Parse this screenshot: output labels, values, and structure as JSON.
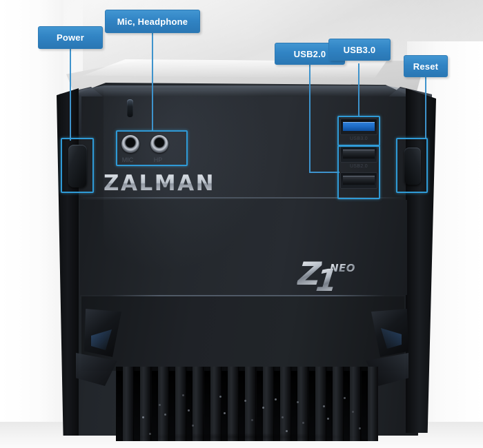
{
  "product": {
    "brand_wordmark": "ZALMAN",
    "model_badge": {
      "letter": "Z",
      "number": "1",
      "suffix": "NEO"
    }
  },
  "callouts": [
    {
      "id": "power",
      "label": "Power",
      "target": "power-button"
    },
    {
      "id": "mic-headphone",
      "label": "Mic, Headphone",
      "target": "audio-jacks"
    },
    {
      "id": "usb20",
      "label": "USB2.0",
      "target": "usb2-ports"
    },
    {
      "id": "usb30",
      "label": "USB3.0",
      "target": "usb3-port"
    },
    {
      "id": "reset",
      "label": "Reset",
      "target": "reset-button"
    }
  ],
  "ports": {
    "usb3_caption": "USB3.0",
    "usb2_caption": "USB2.0",
    "mic_caption": "MIC",
    "headphone_caption": "HP"
  },
  "colors": {
    "callout_fill": "#3184c4",
    "callout_border": "#2d7ab5",
    "callout_text": "#ffffff",
    "lead_line": "#3e93cc",
    "highlight_box": "#2f9ad6",
    "usb3_blue": "#1f6ec9",
    "case_black": "#23272c",
    "case_top_grey": "#d9d9d9",
    "background": "#f4f4f4",
    "logo_silver": "#c6ccd4"
  }
}
